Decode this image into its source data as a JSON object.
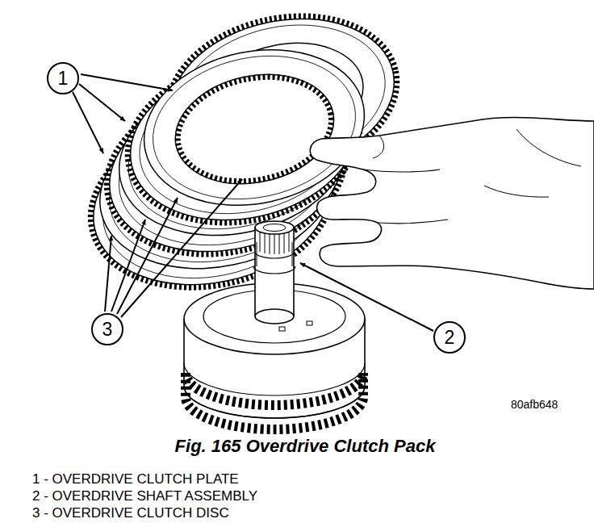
{
  "diagram": {
    "caption": "Fig. 165 Overdrive Clutch Pack",
    "nodes": [
      {
        "text": [
          "1"
        ]
      },
      {
        "text": [
          "3"
        ]
      },
      {
        "text": [
          "2"
        ]
      }
    ],
    "labels": [
      "80afb648",
      "1 - OVERDRIVE CLUTCH PLATE",
      "2 - OVERDRIVE SHAFT ASSEMBLY",
      "3 - OVERDRIVE CLUTCH DISC"
    ]
  }
}
